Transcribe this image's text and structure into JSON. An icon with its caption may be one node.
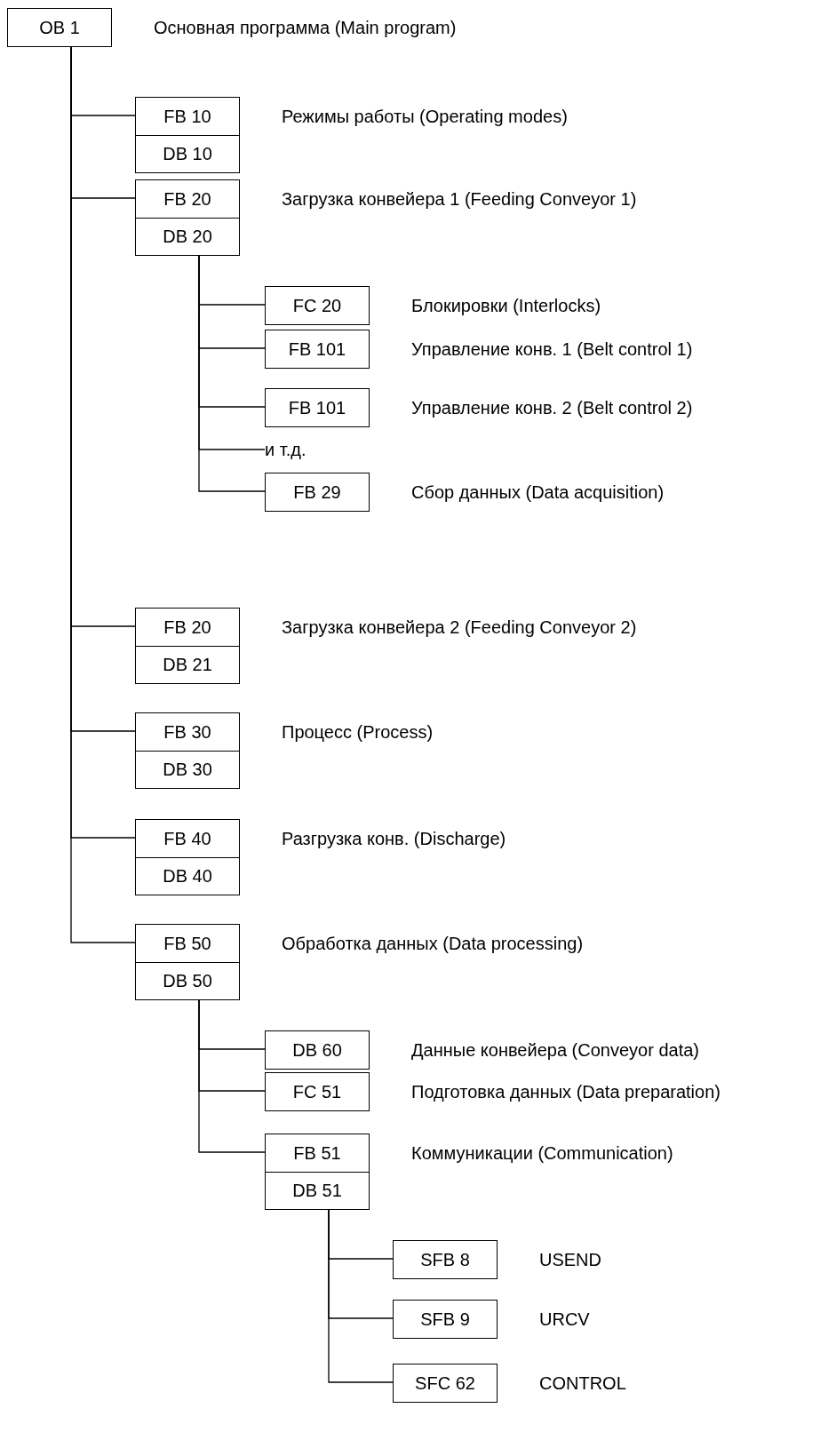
{
  "diagram": {
    "nodes": [
      {
        "text": [
          "OB 1",
          "Основная программа (Main program)"
        ]
      },
      {
        "text": [
          "FB 10",
          "DB 10",
          "Режимы работы (Operating modes)"
        ]
      },
      {
        "text": [
          "FB 20",
          "DB 20",
          "Загрузка конвейера 1 (Feeding Conveyor 1)"
        ]
      },
      {
        "text": [
          "FC 20",
          "Блокировки (Interlocks)"
        ]
      },
      {
        "text": [
          "FB 101",
          "Управление конв. 1 (Belt control 1)"
        ]
      },
      {
        "text": [
          "FB 101",
          "Управление конв. 2 (Belt control 2)"
        ]
      },
      {
        "text": [
          "и т.д."
        ]
      },
      {
        "text": [
          "FB 29",
          "Сбор данных (Data acquisition)"
        ]
      },
      {
        "text": [
          "FB 20",
          "DB 21",
          "Загрузка конвейера 2 (Feeding Conveyor 2)"
        ]
      },
      {
        "text": [
          "FB 30",
          "DB 30",
          "Процесс (Process)"
        ]
      },
      {
        "text": [
          "FB 40",
          "DB 40",
          "Разгрузка конв. (Discharge)"
        ]
      },
      {
        "text": [
          "FB 50",
          "DB 50",
          "Обработка данных (Data processing)"
        ]
      },
      {
        "text": [
          "DB 60",
          "Данные конвейера (Conveyor data)"
        ]
      },
      {
        "text": [
          "FC 51",
          "Подготовка данных (Data preparation)"
        ]
      },
      {
        "text": [
          "FB 51",
          "DB 51",
          "Коммуникации (Communication)"
        ]
      },
      {
        "text": [
          "SFB 8",
          "USEND"
        ]
      },
      {
        "text": [
          "SFB 9",
          "URCV"
        ]
      },
      {
        "text": [
          "SFC 62",
          "CONTROL"
        ]
      }
    ],
    "edges": [
      {
        "from": 0,
        "to": 1,
        "arrow": "none"
      },
      {
        "from": 0,
        "to": 2,
        "arrow": "none"
      },
      {
        "from": 2,
        "to": 3,
        "arrow": "none"
      },
      {
        "from": 2,
        "to": 4,
        "arrow": "none"
      },
      {
        "from": 2,
        "to": 5,
        "arrow": "none"
      },
      {
        "from": 2,
        "to": 6,
        "arrow": "none"
      },
      {
        "from": 2,
        "to": 7,
        "arrow": "none"
      },
      {
        "from": 0,
        "to": 8,
        "arrow": "none"
      },
      {
        "from": 0,
        "to": 9,
        "arrow": "none"
      },
      {
        "from": 0,
        "to": 10,
        "arrow": "none"
      },
      {
        "from": 0,
        "to": 11,
        "arrow": "none"
      },
      {
        "from": 11,
        "to": 12,
        "arrow": "none"
      },
      {
        "from": 11,
        "to": 13,
        "arrow": "none"
      },
      {
        "from": 11,
        "to": 14,
        "arrow": "none"
      },
      {
        "from": 14,
        "to": 15,
        "arrow": "none"
      },
      {
        "from": 14,
        "to": 16,
        "arrow": "none"
      },
      {
        "from": 14,
        "to": 17,
        "arrow": "none"
      }
    ]
  }
}
